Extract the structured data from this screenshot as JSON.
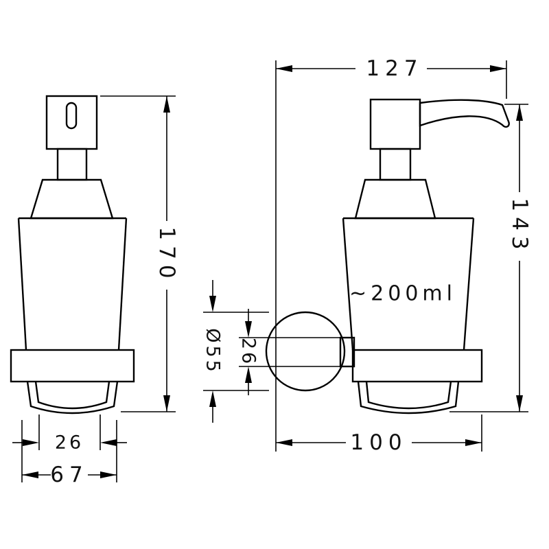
{
  "page": {
    "background": "#ffffff",
    "line_color": "#000000",
    "description": "Technical dimension drawing of a wall-mounted soap dispenser, front view and side view"
  },
  "side_view": {
    "capacity_label": "~200ml"
  },
  "dims": {
    "total_height": "170",
    "overall_depth": "127",
    "outlet_height": "143",
    "plate_diameter": "Ø55",
    "bracket_height": "26",
    "base_inner_width": "26",
    "base_outer_width": "67",
    "wall_to_front": "100"
  }
}
